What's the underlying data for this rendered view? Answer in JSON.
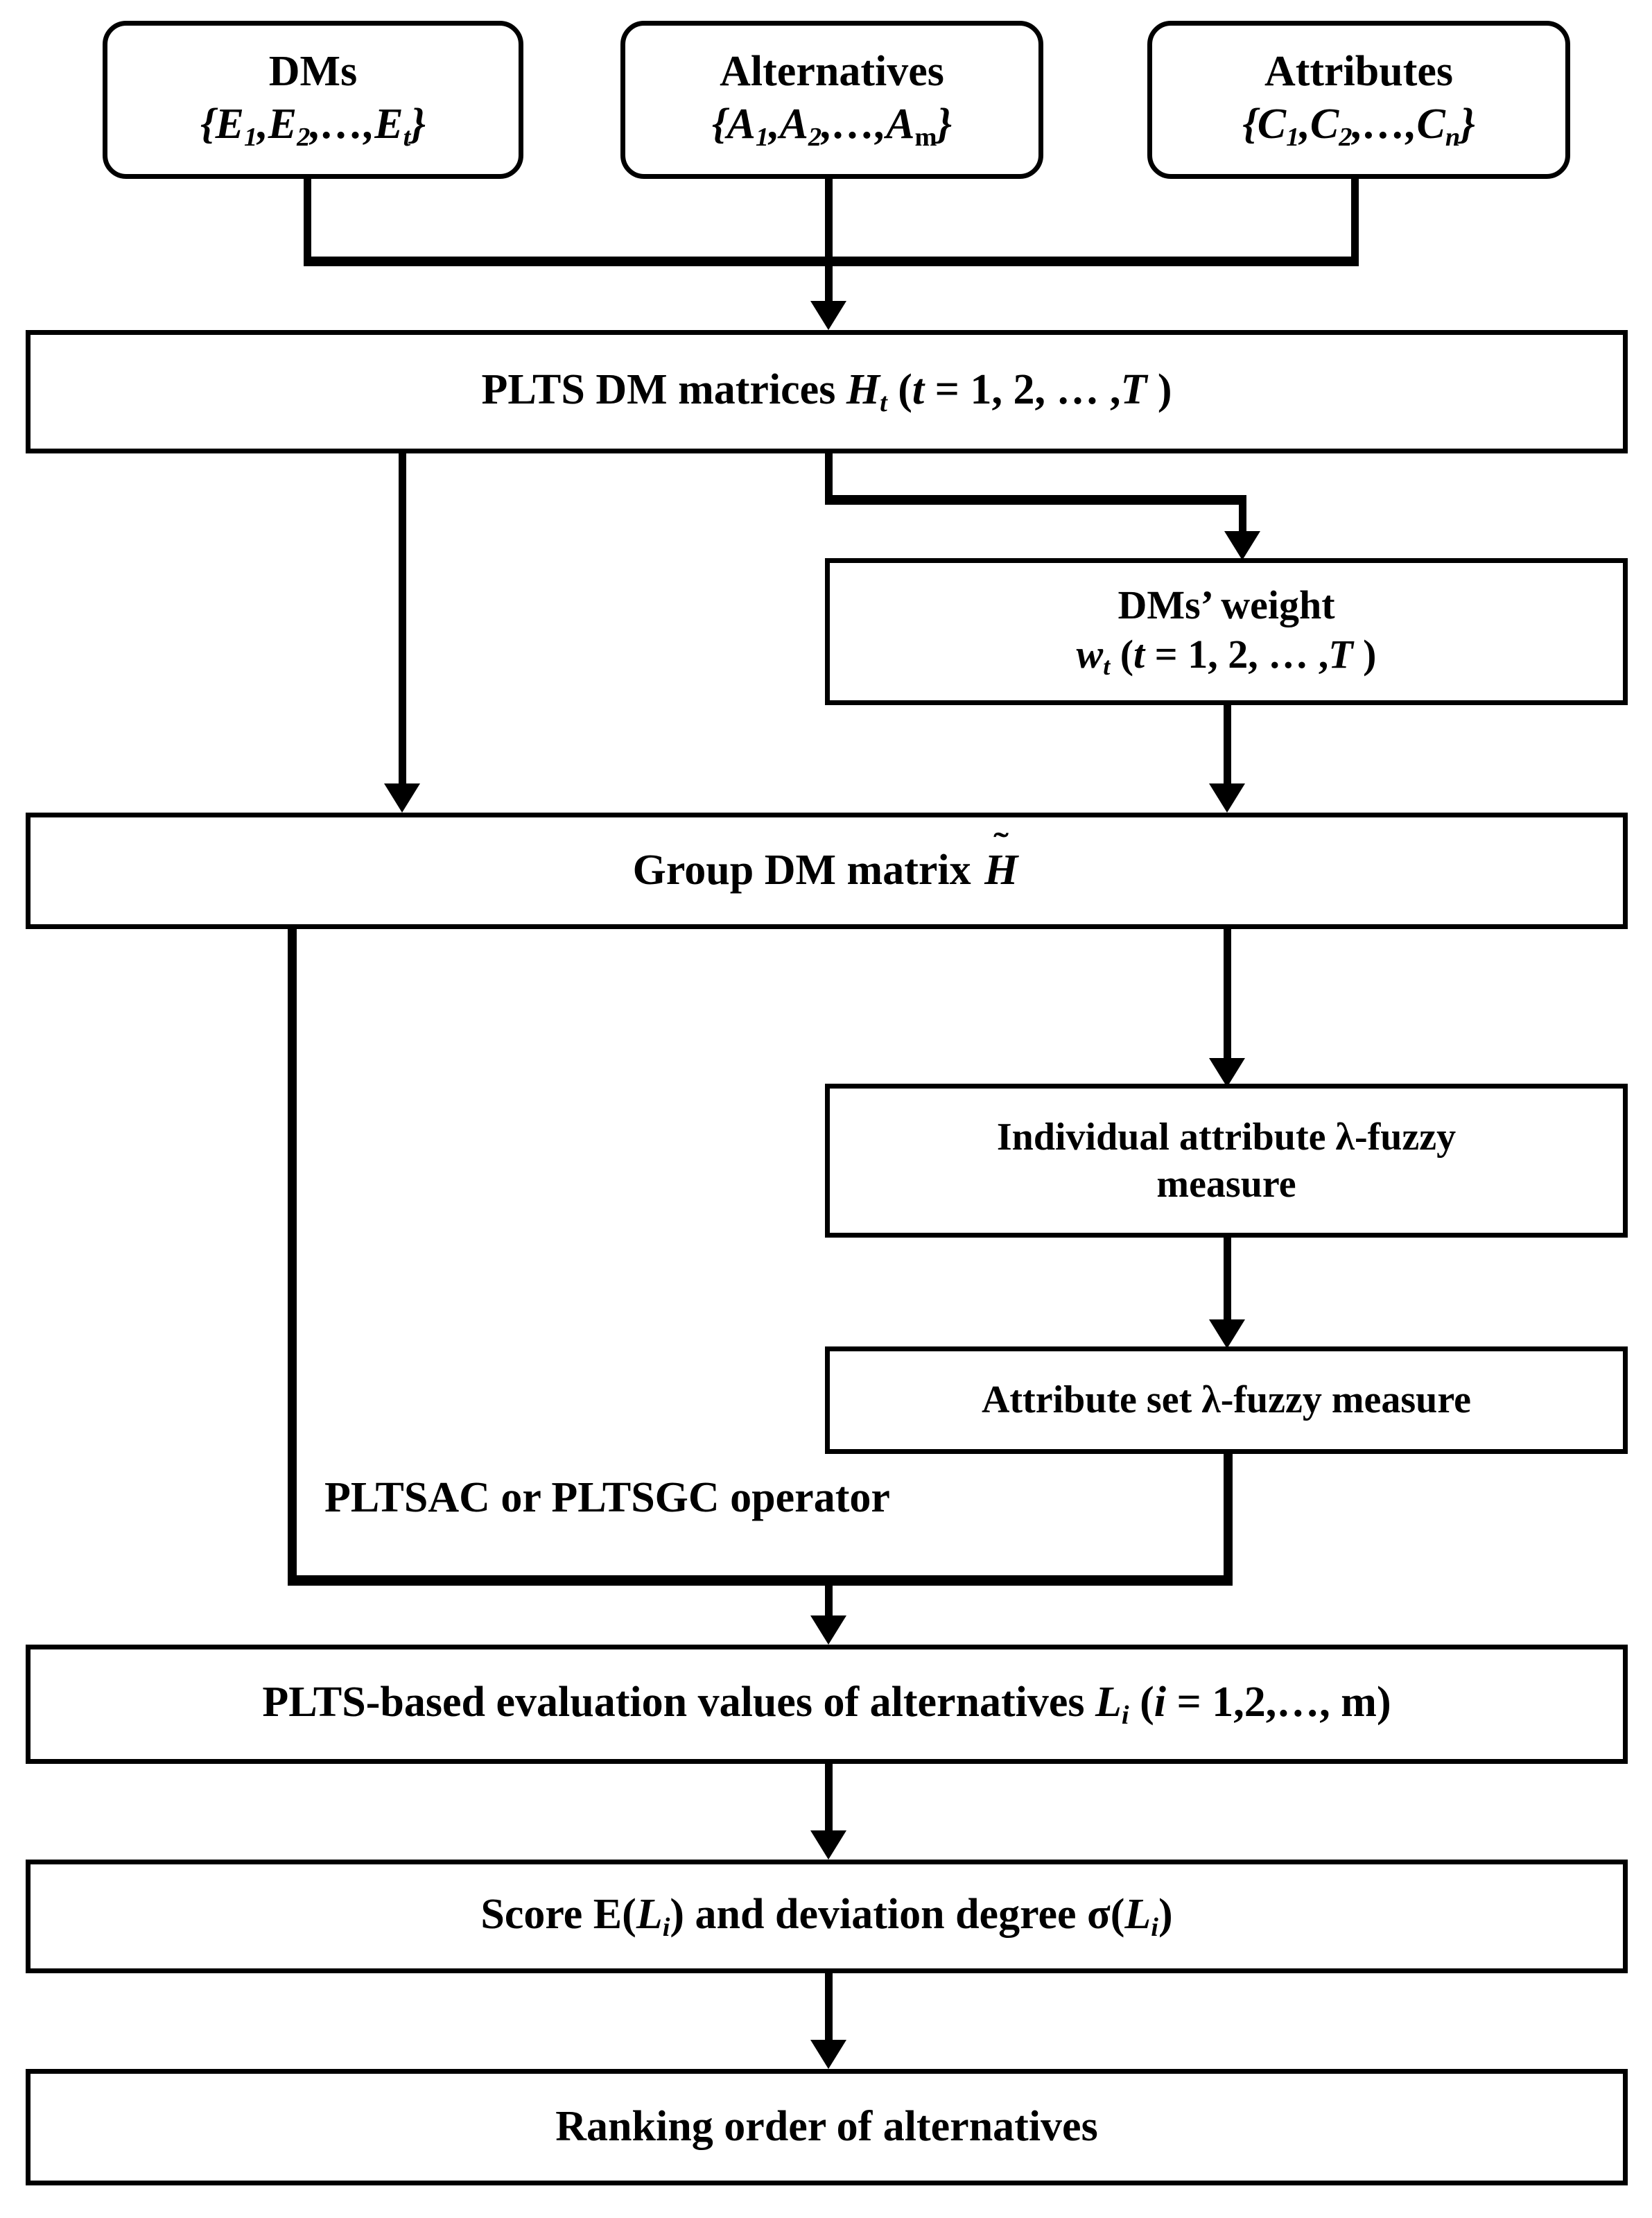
{
  "diagram": {
    "title": "PLTS group decision-making flowchart",
    "colors": {
      "stroke": "#000000",
      "background": "#ffffff",
      "text": "#000000"
    },
    "nodes": {
      "dms": {
        "label": "DMs",
        "set": "{E₁,E₂,…,Eₜ}",
        "set_base": "E",
        "shape": "rounded-rect"
      },
      "alternatives": {
        "label": "Alternatives",
        "set": "{A₁,A₂,…,Aₘ}",
        "set_base": "A",
        "shape": "rounded-rect"
      },
      "attributes": {
        "label": "Attributes",
        "set": "{C₁,C₂,…,Cₙ}",
        "set_base": "C",
        "shape": "rounded-rect"
      },
      "plts_dm_matrices": {
        "label": "PLTS DM matrices Hₜ (t = 1, 2, … ,T )",
        "shape": "rect"
      },
      "dms_weight": {
        "label": "DMs’ weight",
        "formula": "wₜ (t = 1, 2, … ,T )",
        "shape": "rect"
      },
      "group_dm_matrix": {
        "label": "Group DM matrix H̃",
        "shape": "rect"
      },
      "individual_attribute": {
        "line1": "Individual attribute λ-fuzzy",
        "line2": "measure",
        "shape": "rect"
      },
      "attribute_set": {
        "label": "Attribute set λ-fuzzy measure",
        "shape": "rect"
      },
      "operator_label": {
        "label": "PLTSAC or PLTSGC operator"
      },
      "evaluation_values": {
        "label": "PLTS-based evaluation values of alternatives Lᵢ (i = 1,2,…, m)",
        "shape": "rect"
      },
      "score_deviation": {
        "label": "Score E(Lᵢ) and deviation degree σ(Lᵢ)",
        "shape": "rect"
      },
      "ranking_order": {
        "label": "Ranking order of alternatives",
        "shape": "rect"
      }
    },
    "text_parts": {
      "plts_dm_prefix": "PLTS DM matrices ",
      "h_var": "H",
      "t_sub": "t",
      "t_range": " (t = 1, 2, … ,T )",
      "w_var": "w",
      "group_prefix": "Group DM matrix ",
      "h_tilde_var": "H",
      "tilde_glyph": "˜",
      "lambda": "λ",
      "sigma": "σ",
      "eval_prefix": "PLTS-based evaluation values of alternatives ",
      "l_var": "L",
      "i_sub": "i",
      "i_range": " (i = 1,2,…, m)",
      "score_prefix": "Score E(",
      "score_mid": ") and deviation degree ",
      "paren_close": ")",
      "paren_open": "("
    }
  }
}
